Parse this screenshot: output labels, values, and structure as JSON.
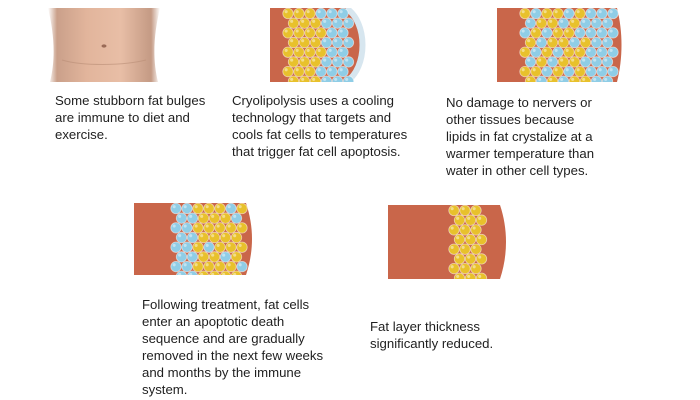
{
  "steps": [
    {
      "id": "step1",
      "image": "abdomen-skin-photo",
      "caption_lines": [
        "Some stubborn fat bulges",
        "are immune to diet and",
        "exercise."
      ]
    },
    {
      "id": "step2",
      "image": "cooling-applicator-on-fat-cells",
      "caption_lines": [
        "Cryolipolysis uses a cooling",
        "technology that targets and",
        "cools fat cells to temperatures",
        "that trigger fat cell apoptosis."
      ]
    },
    {
      "id": "step3",
      "image": "crystallized-fat-cells",
      "caption_lines": [
        "No damage to nervers or",
        "other tissues because",
        "lipids in fat crystalize at a",
        "warmer temperature than",
        "water in other cell types."
      ]
    },
    {
      "id": "step4",
      "image": "apoptotic-fat-cells",
      "caption_lines": [
        "Following treatment, fat cells",
        "enter an apoptotic death",
        "sequence and are gradually",
        "removed in the next few  weeks",
        "and months by the immune",
        "system."
      ]
    },
    {
      "id": "step5",
      "image": "thinner-fat-layer",
      "caption_lines": [
        "Fat layer thickness",
        "significantly reduced."
      ]
    }
  ],
  "colors": {
    "tissue": "#c9664a",
    "fat": "#e8c12c",
    "cold_cell": "#8fcde6",
    "skin": "#e6b196"
  }
}
